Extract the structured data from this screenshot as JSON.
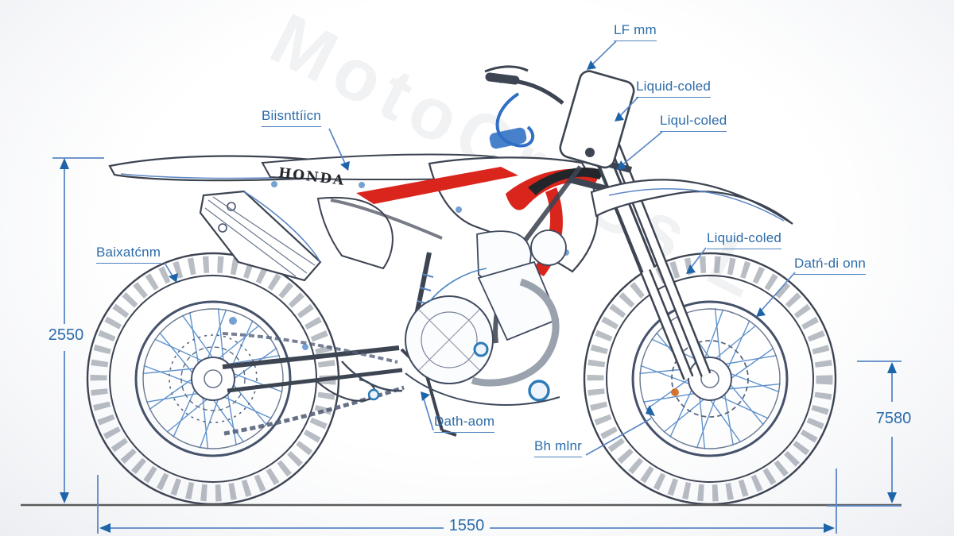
{
  "diagram_title": "dirt bike technical dimension diagram",
  "brand": {
    "logo_text": "HONDA"
  },
  "watermark": "MotoCroSs L",
  "colors": {
    "label_blue": "#2c6ca9",
    "leader_blue": "#5b87c5",
    "arrow_blue": "#1e64a8",
    "accent_red": "#da251d",
    "cable_blue": "#2f6fc4",
    "line_dark": "#3d4452",
    "ground_gray": "#5a5a5a"
  },
  "callouts": [
    {
      "id": "lf-mm",
      "label": "LF mm"
    },
    {
      "id": "liquid-coled-top",
      "label": "Liquid-coled"
    },
    {
      "id": "liqul-coled",
      "label": "Liqul-coled"
    },
    {
      "id": "biisnttiicn",
      "label": "Biisnttíicn"
    },
    {
      "id": "baixatcnm",
      "label": "Baixatćnm"
    },
    {
      "id": "liquid-coled-right",
      "label": "Liquid-coled"
    },
    {
      "id": "datn-di-onn",
      "label": "Datń-di onn"
    },
    {
      "id": "dath-aom",
      "label": "Dath-aom"
    },
    {
      "id": "bh-mlnr",
      "label": "Bh mlnr"
    }
  ],
  "dimensions": {
    "left_height": "2550",
    "right_height": "7580",
    "bottom_width": "1550"
  }
}
